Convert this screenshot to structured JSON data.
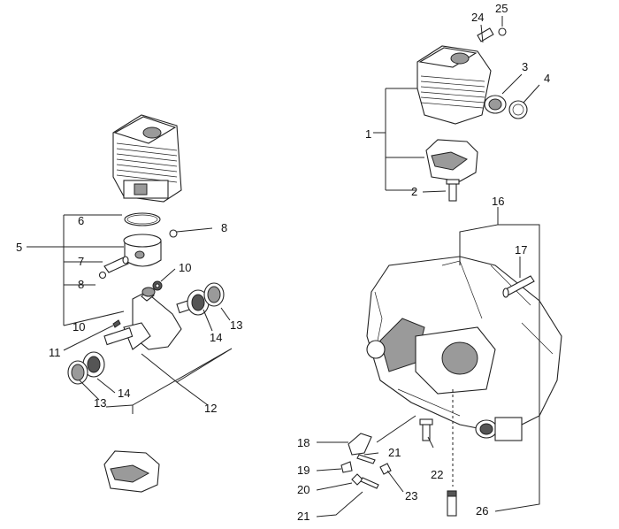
{
  "callouts": [
    "1",
    "2",
    "3",
    "4",
    "5",
    "6",
    "7",
    "8",
    "8",
    "10",
    "10",
    "11",
    "12",
    "13",
    "13",
    "14",
    "14",
    "16",
    "17",
    "18",
    "19",
    "20",
    "21",
    "21",
    "22",
    "23",
    "24",
    "25",
    "26"
  ]
}
